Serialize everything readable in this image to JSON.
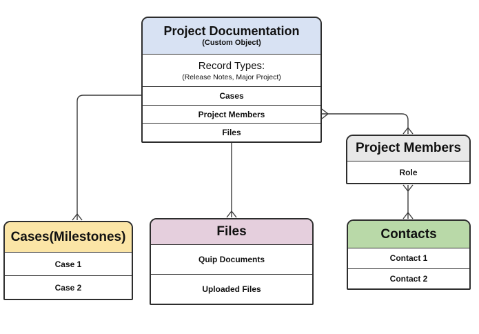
{
  "entities": [
    {
      "id": "project-documentation",
      "title": "Project Documentation",
      "subtitle": "(Custom Object)",
      "header_color": "#d8e2f3",
      "rows": [
        {
          "label": "Record Types:",
          "sublabel": "(Release Notes, Major Project)"
        },
        {
          "label": "Cases"
        },
        {
          "label": "Project Members"
        },
        {
          "label": "Files"
        }
      ]
    },
    {
      "id": "project-members",
      "title": "Project Members",
      "header_color": "#e8e8e8",
      "rows": [
        {
          "label": "Role"
        }
      ]
    },
    {
      "id": "cases-milestones",
      "title": "Cases(Milestones)",
      "header_color": "#fbe5a6",
      "rows": [
        {
          "label": "Case 1"
        },
        {
          "label": "Case 2"
        }
      ]
    },
    {
      "id": "files",
      "title": "Files",
      "header_color": "#e5cfdd",
      "rows": [
        {
          "label": "Quip Documents"
        },
        {
          "label": "Uploaded Files"
        }
      ]
    },
    {
      "id": "contacts",
      "title": "Contacts",
      "header_color": "#b9d9a8",
      "rows": [
        {
          "label": "Contact 1"
        },
        {
          "label": "Contact 2"
        }
      ]
    }
  ],
  "connections": [
    {
      "from": "Project Documentation",
      "from_anchor": "Cases row (left edge)",
      "to": "Cases(Milestones)",
      "to_anchor": "top",
      "crow_foot_ends": [
        "to"
      ]
    },
    {
      "from": "Project Documentation",
      "from_anchor": "Files row (bottom edge)",
      "to": "Files",
      "to_anchor": "top",
      "crow_foot_ends": [
        "to"
      ]
    },
    {
      "from": "Project Documentation",
      "from_anchor": "Project Members row (right edge)",
      "to": "Project Members",
      "to_anchor": "top",
      "crow_foot_ends": [
        "from",
        "to"
      ]
    },
    {
      "from": "Project Members",
      "from_anchor": "bottom",
      "to": "Contacts",
      "to_anchor": "top",
      "crow_foot_ends": [
        "from",
        "to"
      ]
    }
  ],
  "colors": {
    "background": "#ffffff",
    "border": "#2d2d2d",
    "wire": "#3a3a3a",
    "text": "#111111"
  }
}
